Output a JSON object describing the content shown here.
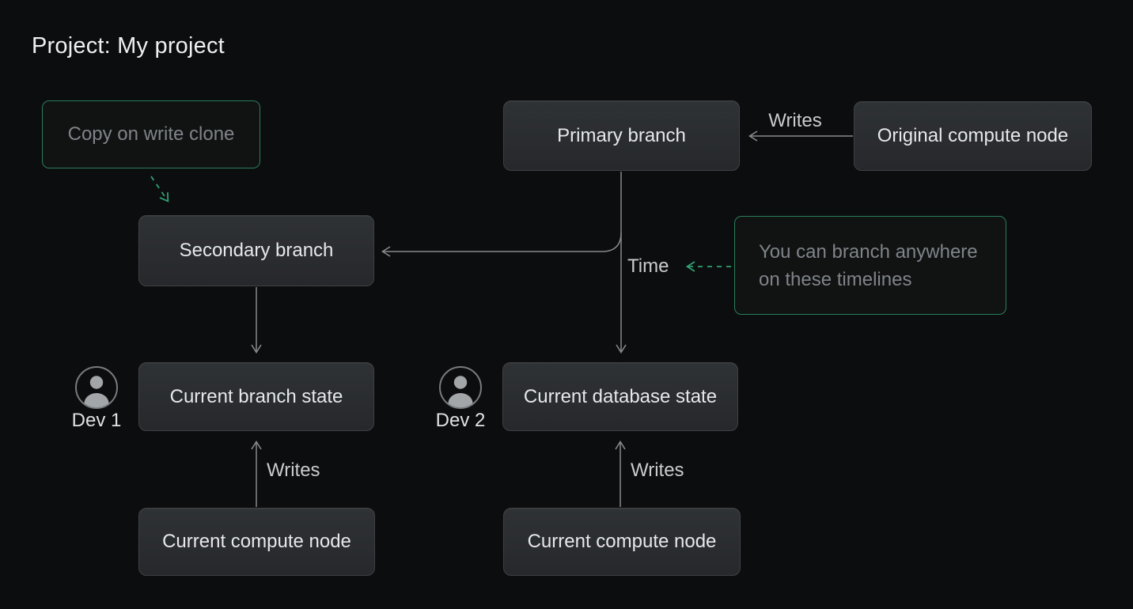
{
  "title": "Project: My project",
  "colors": {
    "background": "#0c0d0e",
    "accent_green_border": "#2b7d5b",
    "accent_green_arrow": "#31a173",
    "node_fill": "#2a2d30",
    "wire_gray": "#87898c"
  },
  "nodes": {
    "copy_on_write": {
      "label": "Copy on write clone"
    },
    "primary_branch": {
      "label": "Primary branch"
    },
    "original_compute": {
      "label": "Original compute node"
    },
    "secondary_branch": {
      "label": "Secondary branch"
    },
    "timelines_note": {
      "label": "You can branch anywhere on these timelines"
    },
    "current_branch_state": {
      "label": "Current branch state"
    },
    "current_database_state": {
      "label": "Current database state"
    },
    "compute_left": {
      "label": "Current compute node"
    },
    "compute_right": {
      "label": "Current compute node"
    }
  },
  "labels": {
    "writes_top": "Writes",
    "time": "Time",
    "writes_left": "Writes",
    "writes_right": "Writes",
    "dev1": "Dev 1",
    "dev2": "Dev 2"
  },
  "icons": {
    "dev1": "person-icon",
    "dev2": "person-icon"
  }
}
